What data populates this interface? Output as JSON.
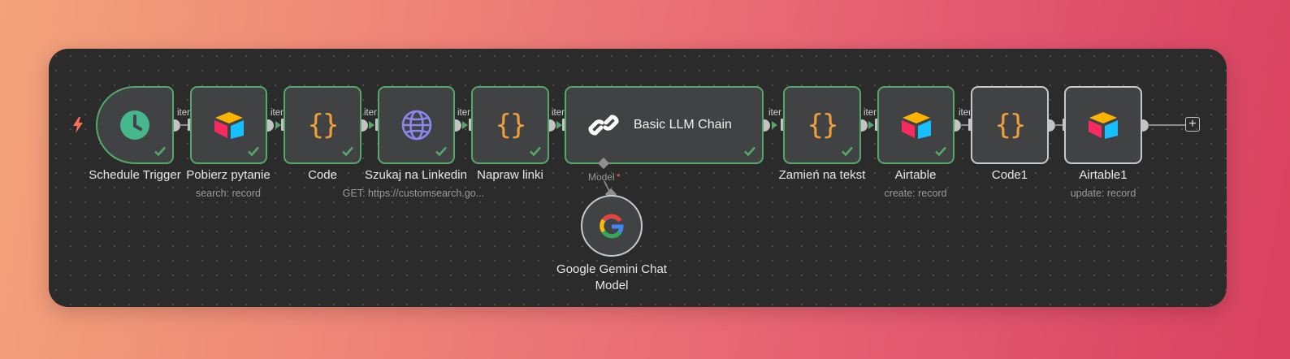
{
  "workflow": {
    "nodes": [
      {
        "name": "Schedule Trigger",
        "subtitle": "",
        "icon": "clock-icon",
        "status": "success"
      },
      {
        "name": "Pobierz pytanie",
        "subtitle": "search: record",
        "icon": "airtable-icon",
        "status": "success"
      },
      {
        "name": "Code",
        "subtitle": "",
        "icon": "code-braces-icon",
        "status": "success"
      },
      {
        "name": "Szukaj na Linkedin",
        "subtitle": "GET: https://customsearch.go...",
        "icon": "globe-icon",
        "status": "success"
      },
      {
        "name": "Napraw linki",
        "subtitle": "",
        "icon": "code-braces-icon",
        "status": "success"
      },
      {
        "name": "Basic LLM Chain",
        "subtitle": "",
        "icon": "link-chain-icon",
        "status": "success",
        "port_label": "Model"
      },
      {
        "name": "Zamień na tekst",
        "subtitle": "",
        "icon": "code-braces-icon",
        "status": "success"
      },
      {
        "name": "Airtable",
        "subtitle": "create: record",
        "icon": "airtable-icon",
        "status": "success"
      },
      {
        "name": "Code1",
        "subtitle": "",
        "icon": "code-braces-icon",
        "status": "idle"
      },
      {
        "name": "Airtable1",
        "subtitle": "update: record",
        "icon": "airtable-icon",
        "status": "idle"
      }
    ],
    "sub_node": {
      "name": "Google Gemini Chat Model",
      "icon": "google-icon"
    },
    "edge_label": "items",
    "add_node_symbol": "+",
    "trigger_icon": "lightning-bolt-icon"
  },
  "colors": {
    "success_border": "#55a86a",
    "idle_border": "#c9c9cc",
    "node_fill": "#414244",
    "canvas": "#2b2b2b",
    "code_icon": "#f19f3a",
    "globe_icon": "#8e86ee",
    "clock_icon": "#46b78c",
    "trigger_bolt": "#ff6d5a"
  }
}
